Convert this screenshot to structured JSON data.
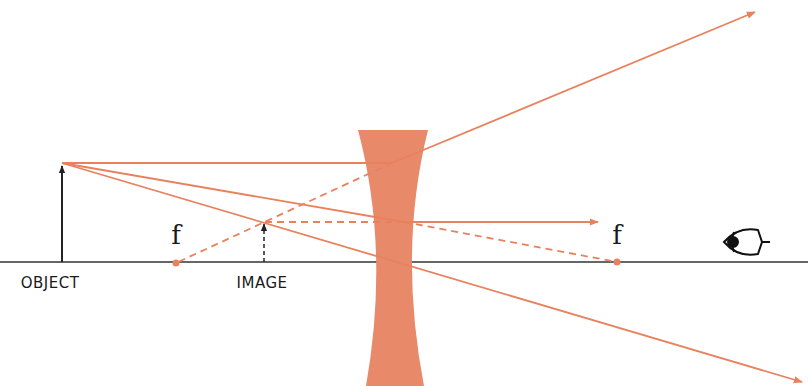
{
  "diagram": {
    "labels": [
      "f",
      "f",
      "OBJECT",
      "IMAGE"
    ]
  }
}
